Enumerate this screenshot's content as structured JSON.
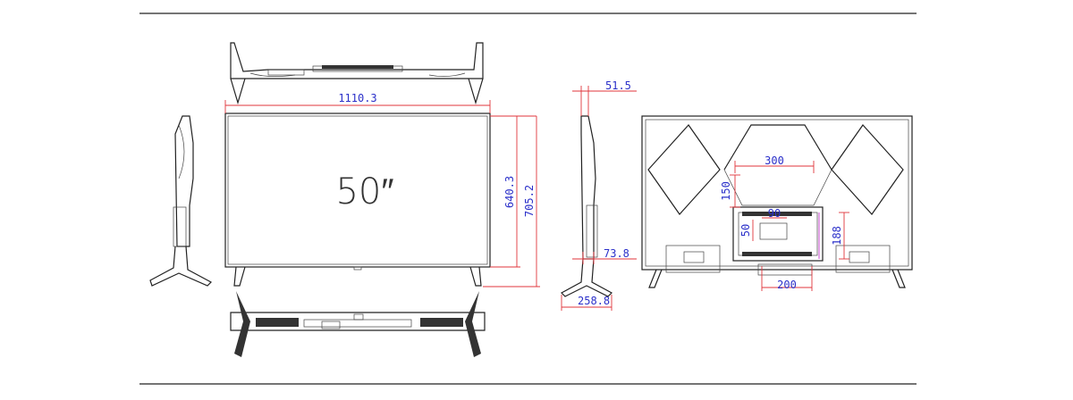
{
  "size_label": "50″",
  "dimensions": {
    "width": "1110.3",
    "height_panel": "640.3",
    "height_total": "705.2",
    "depth_top": "51.5",
    "depth_bottom": "73.8",
    "stand_depth": "258.8",
    "vesa_top": "300",
    "vesa_side": "150",
    "vesa_inner": "90",
    "vesa_inner_side": "50",
    "vesa_bottom": "200",
    "vesa_right": "188"
  },
  "colors": {
    "dimension_line": "#e0353b",
    "dimension_text": "#2a2fc9",
    "outline": "#222222"
  }
}
